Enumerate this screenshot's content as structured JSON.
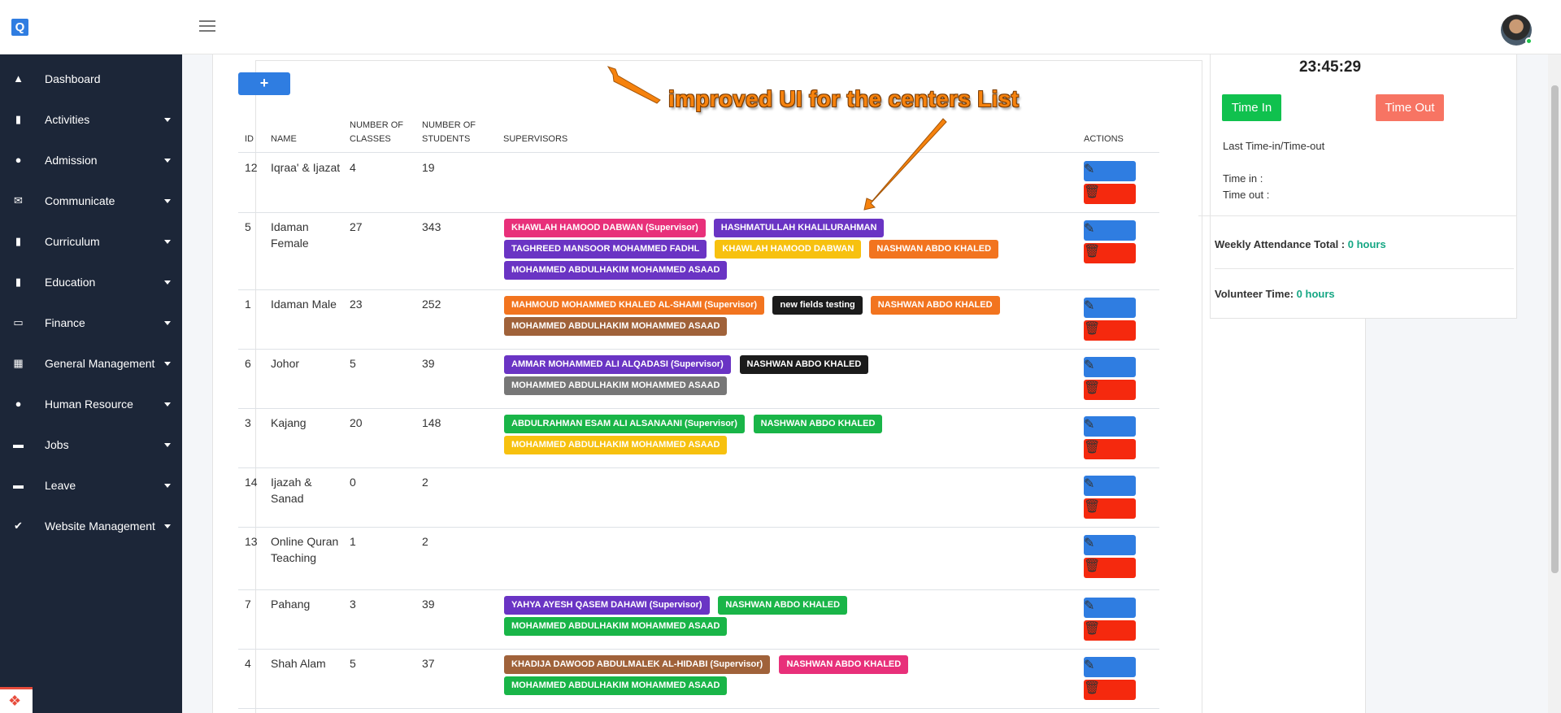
{
  "topbar": {
    "logo": "Q"
  },
  "sidebar": {
    "items": [
      {
        "label": "Dashboard",
        "icon": "dashboard-icon",
        "glyph": "▲",
        "caret": false
      },
      {
        "label": "Activities",
        "icon": "book-icon",
        "glyph": "▮",
        "caret": true
      },
      {
        "label": "Admission",
        "icon": "user-icon",
        "glyph": "●",
        "caret": true
      },
      {
        "label": "Communicate",
        "icon": "envelope-icon",
        "glyph": "✉",
        "caret": true
      },
      {
        "label": "Curriculum",
        "icon": "bookmark-icon",
        "glyph": "▮",
        "caret": true
      },
      {
        "label": "Education",
        "icon": "book-icon",
        "glyph": "▮",
        "caret": true
      },
      {
        "label": "Finance",
        "icon": "money-icon",
        "glyph": "▭",
        "caret": true
      },
      {
        "label": "General Management",
        "icon": "building-icon",
        "glyph": "▦",
        "caret": true
      },
      {
        "label": "Human Resource",
        "icon": "user-icon",
        "glyph": "●",
        "caret": true
      },
      {
        "label": "Jobs",
        "icon": "briefcase-icon",
        "glyph": "▬",
        "caret": true
      },
      {
        "label": "Leave",
        "icon": "bed-icon",
        "glyph": "▬",
        "caret": true
      },
      {
        "label": "Website Management",
        "icon": "check-icon",
        "glyph": "✔",
        "caret": true
      }
    ]
  },
  "centers": {
    "add_label": "+",
    "columns": {
      "id": "ID",
      "name": "NAME",
      "classes_1": "NUMBER OF",
      "classes_2": "CLASSES",
      "students_1": "NUMBER OF",
      "students_2": "STUDENTS",
      "supervisors": "SUPERVISORS",
      "actions": "ACTIONS"
    },
    "rows": [
      {
        "id": "12",
        "name": "Iqraa' & Ijazat",
        "classes": "4",
        "students": "19",
        "supervisors": []
      },
      {
        "id": "5",
        "name": "Idaman Female",
        "classes": "27",
        "students": "343",
        "supervisors": [
          {
            "label": "KHAWLAH HAMOOD DABWAN (Supervisor)",
            "color": "#e8307a"
          },
          {
            "label": "HASHMATULLAH KHALILURAHMAN",
            "color": "#6a34c4"
          },
          {
            "label": "TAGHREED MANSOOR MOHAMMED FADHL",
            "color": "#6a34c4"
          },
          {
            "label": "KHAWLAH HAMOOD DABWAN",
            "color": "#f7c10f"
          },
          {
            "label": "NASHWAN ABDO KHALED",
            "color": "#f2741f"
          },
          {
            "label": "MOHAMMED ABDULHAKIM MOHAMMED ASAAD",
            "color": "#6a34c4"
          }
        ]
      },
      {
        "id": "1",
        "name": "Idaman Male",
        "classes": "23",
        "students": "252",
        "supervisors": [
          {
            "label": "MAHMOUD MOHAMMED KHALED AL-SHAMI (Supervisor)",
            "color": "#f2741f"
          },
          {
            "label": "new fields testing",
            "color": "#1b1b1b"
          },
          {
            "label": "NASHWAN ABDO KHALED",
            "color": "#f2741f"
          },
          {
            "label": "MOHAMMED ABDULHAKIM MOHAMMED ASAAD",
            "color": "#a0623a"
          }
        ]
      },
      {
        "id": "6",
        "name": "Johor",
        "classes": "5",
        "students": "39",
        "supervisors": [
          {
            "label": "AMMAR MOHAMMED ALI ALQADASI (Supervisor)",
            "color": "#6a34c4"
          },
          {
            "label": "NASHWAN ABDO KHALED",
            "color": "#1b1b1b"
          },
          {
            "label": "MOHAMMED ABDULHAKIM MOHAMMED ASAAD",
            "color": "#777777"
          }
        ]
      },
      {
        "id": "3",
        "name": "Kajang",
        "classes": "20",
        "students": "148",
        "supervisors": [
          {
            "label": "ABDULRAHMAN ESAM ALI ALSANAANI (Supervisor)",
            "color": "#19b548"
          },
          {
            "label": "NASHWAN ABDO KHALED",
            "color": "#19b548"
          },
          {
            "label": "MOHAMMED ABDULHAKIM MOHAMMED ASAAD",
            "color": "#f7c10f"
          }
        ]
      },
      {
        "id": "14",
        "name": "Ijazah & Sanad",
        "classes": "0",
        "students": "2",
        "supervisors": []
      },
      {
        "id": "13",
        "name": "Online Quran Teaching",
        "classes": "1",
        "students": "2",
        "supervisors": []
      },
      {
        "id": "7",
        "name": "Pahang",
        "classes": "3",
        "students": "39",
        "supervisors": [
          {
            "label": "YAHYA AYESH QASEM DAHAWI (Supervisor)",
            "color": "#6a34c4"
          },
          {
            "label": "NASHWAN ABDO KHALED",
            "color": "#19b548"
          },
          {
            "label": "MOHAMMED ABDULHAKIM MOHAMMED ASAAD",
            "color": "#19b548"
          }
        ]
      },
      {
        "id": "4",
        "name": "Shah Alam",
        "classes": "5",
        "students": "37",
        "supervisors": [
          {
            "label": "KHADIJA DAWOOD ABDULMALEK AL-HIDABI (Supervisor)",
            "color": "#a0623a"
          },
          {
            "label": "NASHWAN ABDO KHALED",
            "color": "#e8307a"
          },
          {
            "label": "MOHAMMED ABDULHAKIM MOHAMMED ASAAD",
            "color": "#19b548"
          }
        ]
      }
    ]
  },
  "attendance": {
    "clock": "23:45:29",
    "time_in_label": "Time In",
    "time_out_label": "Time Out",
    "last_label": "Last Time-in/Time-out",
    "time_in_text": "Time in :",
    "time_out_text": "Time out :",
    "weekly_label": "Weekly Attendance Total :",
    "weekly_value": "0 hours",
    "volunteer_label": "Volunteer Time:",
    "volunteer_value": "0 hours"
  },
  "annotation": {
    "text": "improved UI for the centers List",
    "color": "#f6820d"
  }
}
